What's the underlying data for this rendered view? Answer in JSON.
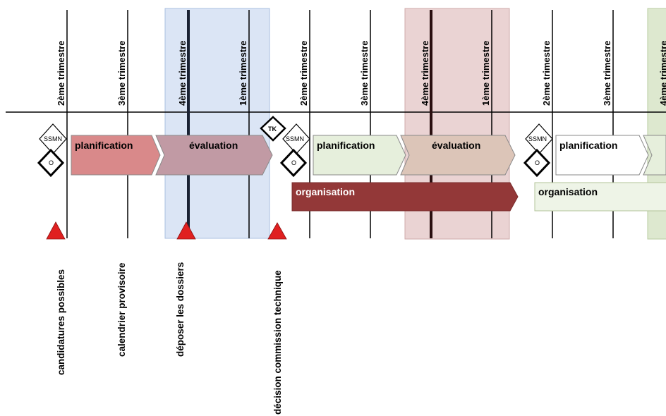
{
  "quarters": [
    {
      "label": "2ème trimestre"
    },
    {
      "label": "3ème trimestre"
    },
    {
      "label": "4ème trimestre"
    },
    {
      "label": "1ème trimestre"
    },
    {
      "label": "2ème trimestre"
    },
    {
      "label": "3ème trimestre"
    },
    {
      "label": "4ème trimestre"
    },
    {
      "label": "1ème trimestre"
    },
    {
      "label": "2ème trimestre"
    },
    {
      "label": "3ème trimestre"
    },
    {
      "label": "4ème trimestre"
    }
  ],
  "phases": [
    {
      "label": "planification",
      "color": "#d9898a"
    },
    {
      "label": "évaluation",
      "color": "#c19aa4"
    },
    {
      "label": "planification",
      "color": "#e6efdc"
    },
    {
      "label": "évaluation",
      "color": "#dcc5b8"
    },
    {
      "label": "planification",
      "color": "#ffffff"
    }
  ],
  "organisations": [
    {
      "label": "organisation",
      "color": "#933838",
      "text_color": "#ffffff"
    },
    {
      "label": "organisation",
      "color": "#eef4e7",
      "text_color": "#000000"
    }
  ],
  "markers": [
    {
      "tag": "SSMN",
      "sub": "O"
    },
    {
      "tag": "SSMN",
      "sub": "O"
    },
    {
      "tag": "SSMN",
      "sub": "O"
    },
    {
      "tag": "TK"
    }
  ],
  "milestones": [
    {
      "label": "candidatures possibles",
      "triangle": true
    },
    {
      "label": "calendrier provisoire",
      "triangle": false
    },
    {
      "label": "déposer les dossiers",
      "triangle": true
    },
    {
      "label": "décision commission technique",
      "triangle": true
    }
  ],
  "colors": {
    "blue_band": "#dbe5f5",
    "rose_band": "#ead3d3",
    "green_band": "#dde8cf",
    "triangle": "#e02020"
  }
}
